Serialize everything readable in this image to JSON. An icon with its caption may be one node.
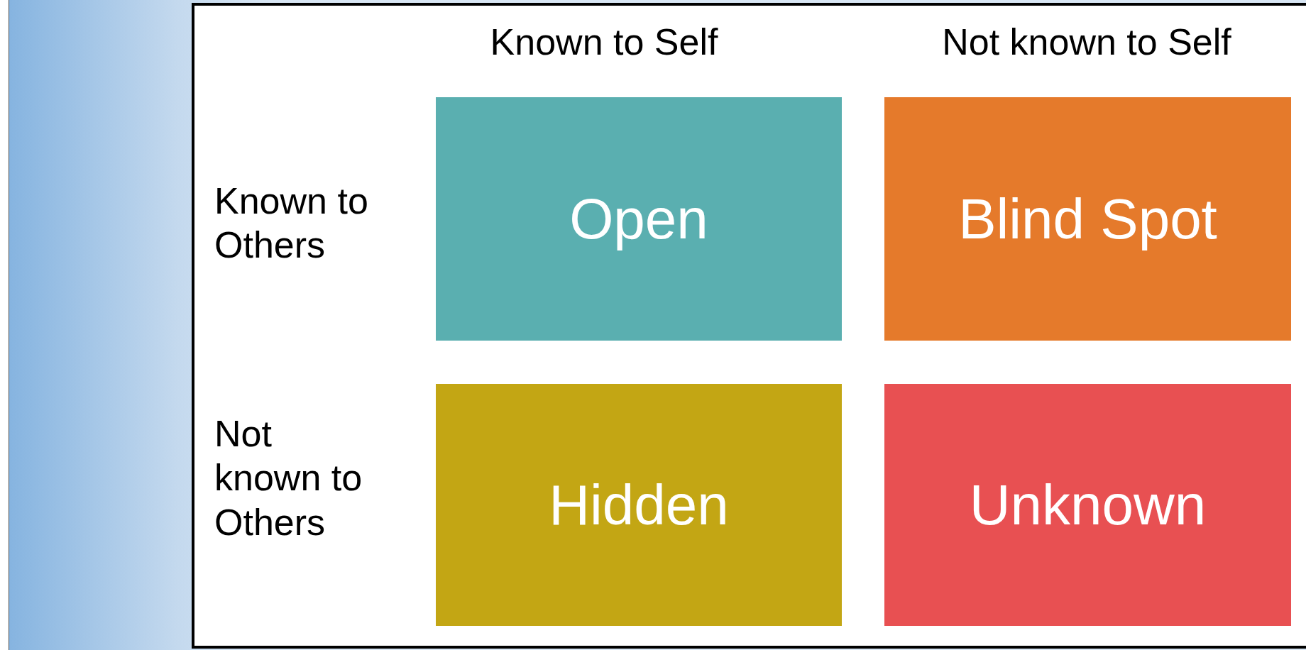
{
  "diagram": {
    "nodes": [
      {
        "text": [
          "Open"
        ]
      },
      {
        "text": [
          "Blind Spot"
        ]
      },
      {
        "text": [
          "Hidden"
        ]
      },
      {
        "text": [
          "Unknown"
        ]
      }
    ],
    "labels": [
      "Known to Self",
      "Not known to Self",
      "Known to Others",
      "Not known to Others"
    ]
  }
}
